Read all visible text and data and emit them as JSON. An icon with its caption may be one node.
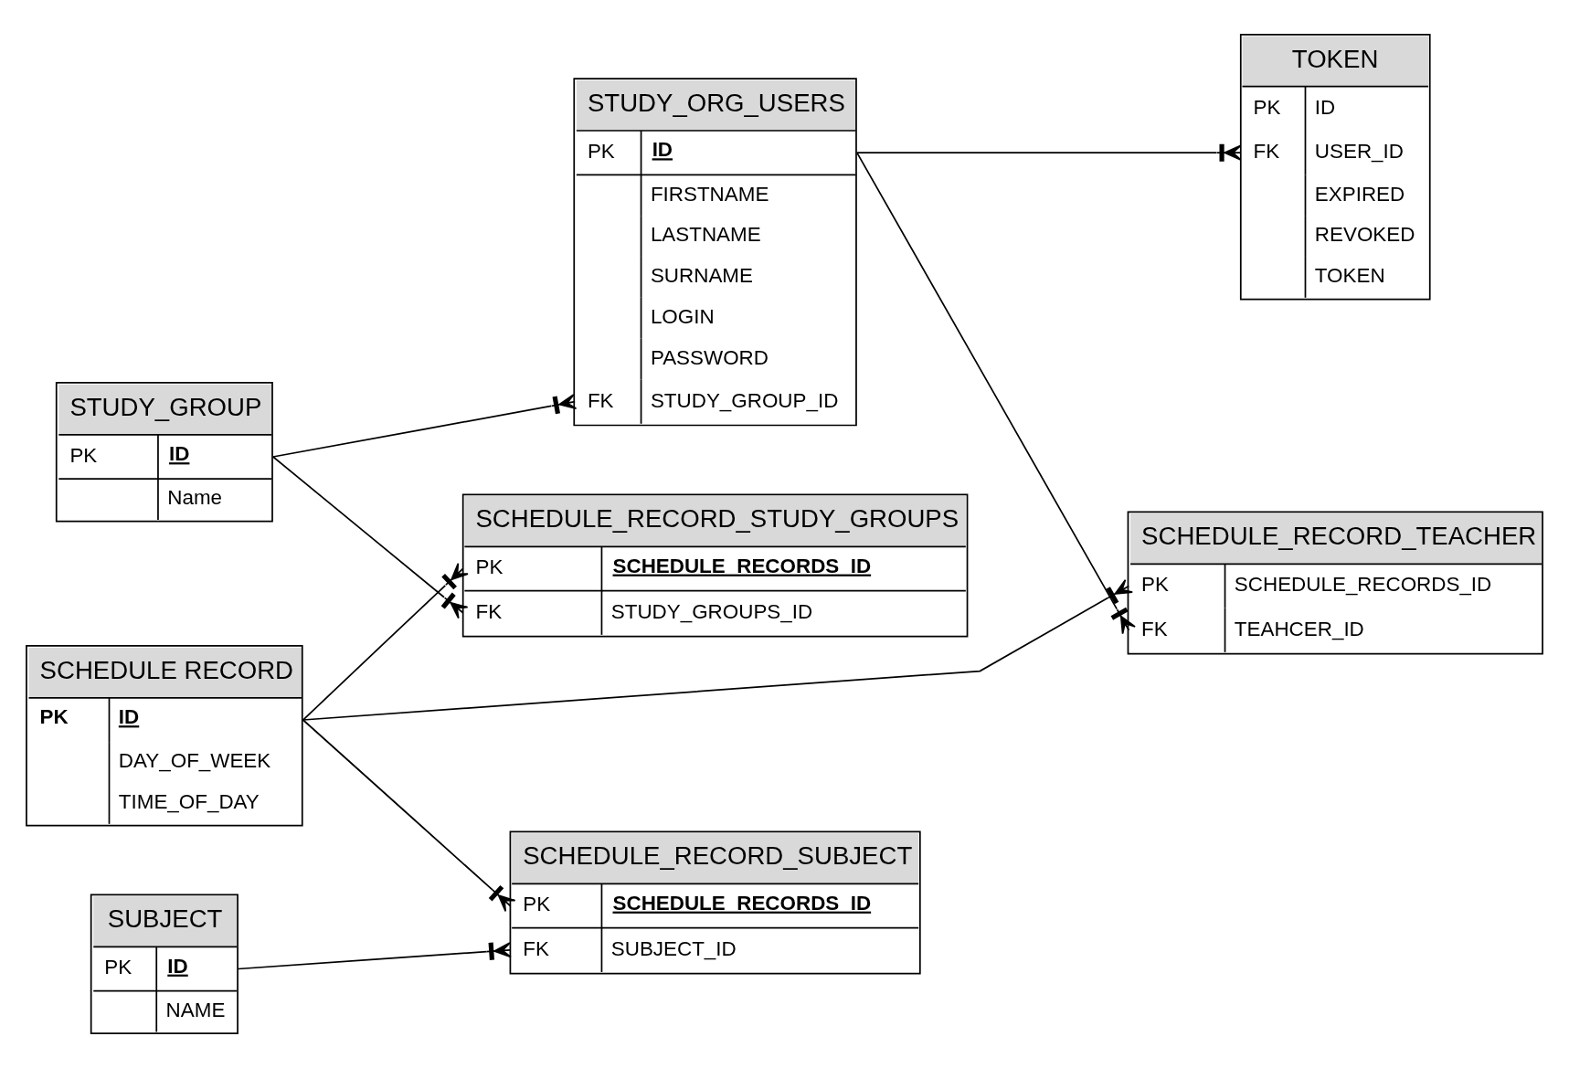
{
  "diagram": {
    "nodes": [
      {
        "text": [
          "SCHEDULE RECORD",
          "PK",
          "ID",
          "DAY_OF_WEEK",
          "TIME_OF_DAY"
        ]
      },
      {
        "text": [
          "SCHEDULE_RECORD_STUDY_GROUPS",
          "PK",
          "SCHEDULE_RECORDS_ID",
          "FK",
          "STUDY_GROUPS_ID"
        ]
      },
      {
        "text": [
          "STUDY_GROUP",
          "PK",
          "ID",
          "Name"
        ]
      },
      {
        "text": [
          "SCHEDULE_RECORD_SUBJECT",
          "PK",
          "SCHEDULE_RECORDS_ID",
          "FK",
          "SUBJECT_ID"
        ]
      },
      {
        "text": [
          "SUBJECT",
          "PK",
          "ID",
          "NAME"
        ]
      },
      {
        "text": [
          "SCHEDULE_RECORD_TEACHER",
          "PK",
          "SCHEDULE_RECORDS_ID",
          "FK",
          "TEAHCER_ID"
        ]
      },
      {
        "text": [
          "STUDY_ORG_USERS",
          "PK",
          "ID",
          "FIRSTNAME",
          "LASTNAME",
          "SURNAME",
          "LOGIN",
          "PASSWORD",
          "FK",
          "STUDY_GROUP_ID"
        ]
      },
      {
        "text": [
          "TOKEN",
          "PK",
          "ID",
          "FK",
          "USER_ID",
          "EXPIRED",
          "REVOKED",
          "TOKEN"
        ]
      }
    ],
    "edges": [
      {
        "from": 0,
        "to": 1,
        "arrow": "other"
      },
      {
        "from": 0,
        "to": 3,
        "arrow": "other"
      },
      {
        "from": 0,
        "to": 5,
        "arrow": "other"
      },
      {
        "from": 2,
        "to": 1,
        "arrow": "other"
      },
      {
        "from": 4,
        "to": 3,
        "arrow": "other"
      },
      {
        "from": 6,
        "to": 5,
        "arrow": "other"
      },
      {
        "from": 6,
        "to": 7,
        "arrow": "other"
      },
      {
        "from": 2,
        "to": 6,
        "arrow": "other"
      }
    ]
  }
}
